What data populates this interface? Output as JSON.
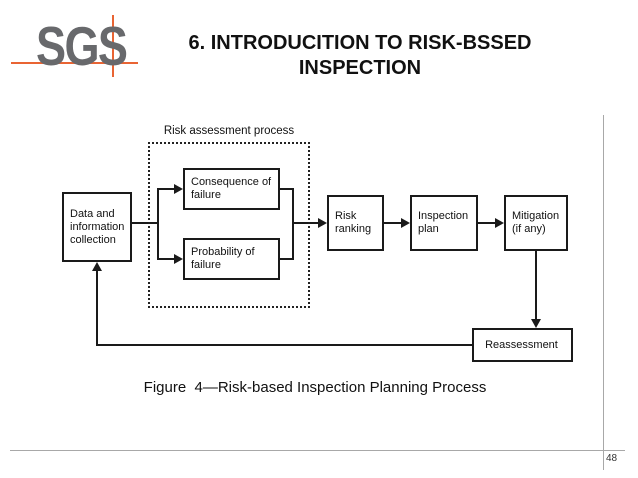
{
  "slide": {
    "title_line1": "6. INTRODUCITION TO RISK-BSSED",
    "title_line2": "INSPECTION",
    "caption": "Figure  4—Risk-based Inspection Planning Process",
    "page_number": "48"
  },
  "logo": {
    "text": "SGS"
  },
  "diagram": {
    "group_label": "Risk assessment process",
    "nodes": {
      "data_collection": {
        "lines": [
          "Data and",
          "information",
          "collection"
        ]
      },
      "consequence": {
        "lines": [
          "Consequence of",
          "failure"
        ]
      },
      "probability": {
        "lines": [
          "Probability of",
          "failure"
        ]
      },
      "risk_ranking": {
        "lines": [
          "Risk",
          "ranking"
        ]
      },
      "inspection_plan": {
        "lines": [
          "Inspection",
          "plan"
        ]
      },
      "mitigation": {
        "lines": [
          "Mitigation",
          "(if any)"
        ]
      },
      "reassessment": {
        "lines": [
          "Reassessment"
        ]
      }
    },
    "flow": [
      "data_collection -> consequence",
      "data_collection -> probability",
      "consequence -> risk_ranking",
      "probability -> risk_ranking",
      "risk_ranking -> inspection_plan",
      "inspection_plan -> mitigation",
      "mitigation -> reassessment",
      "reassessment -> data_collection"
    ]
  },
  "colors": {
    "accent_orange": "#e96433",
    "logo_gray": "#68696c",
    "guide_line_gray": "#a8a8a8",
    "ink": "#1a1a1a",
    "background": "#ffffff"
  }
}
